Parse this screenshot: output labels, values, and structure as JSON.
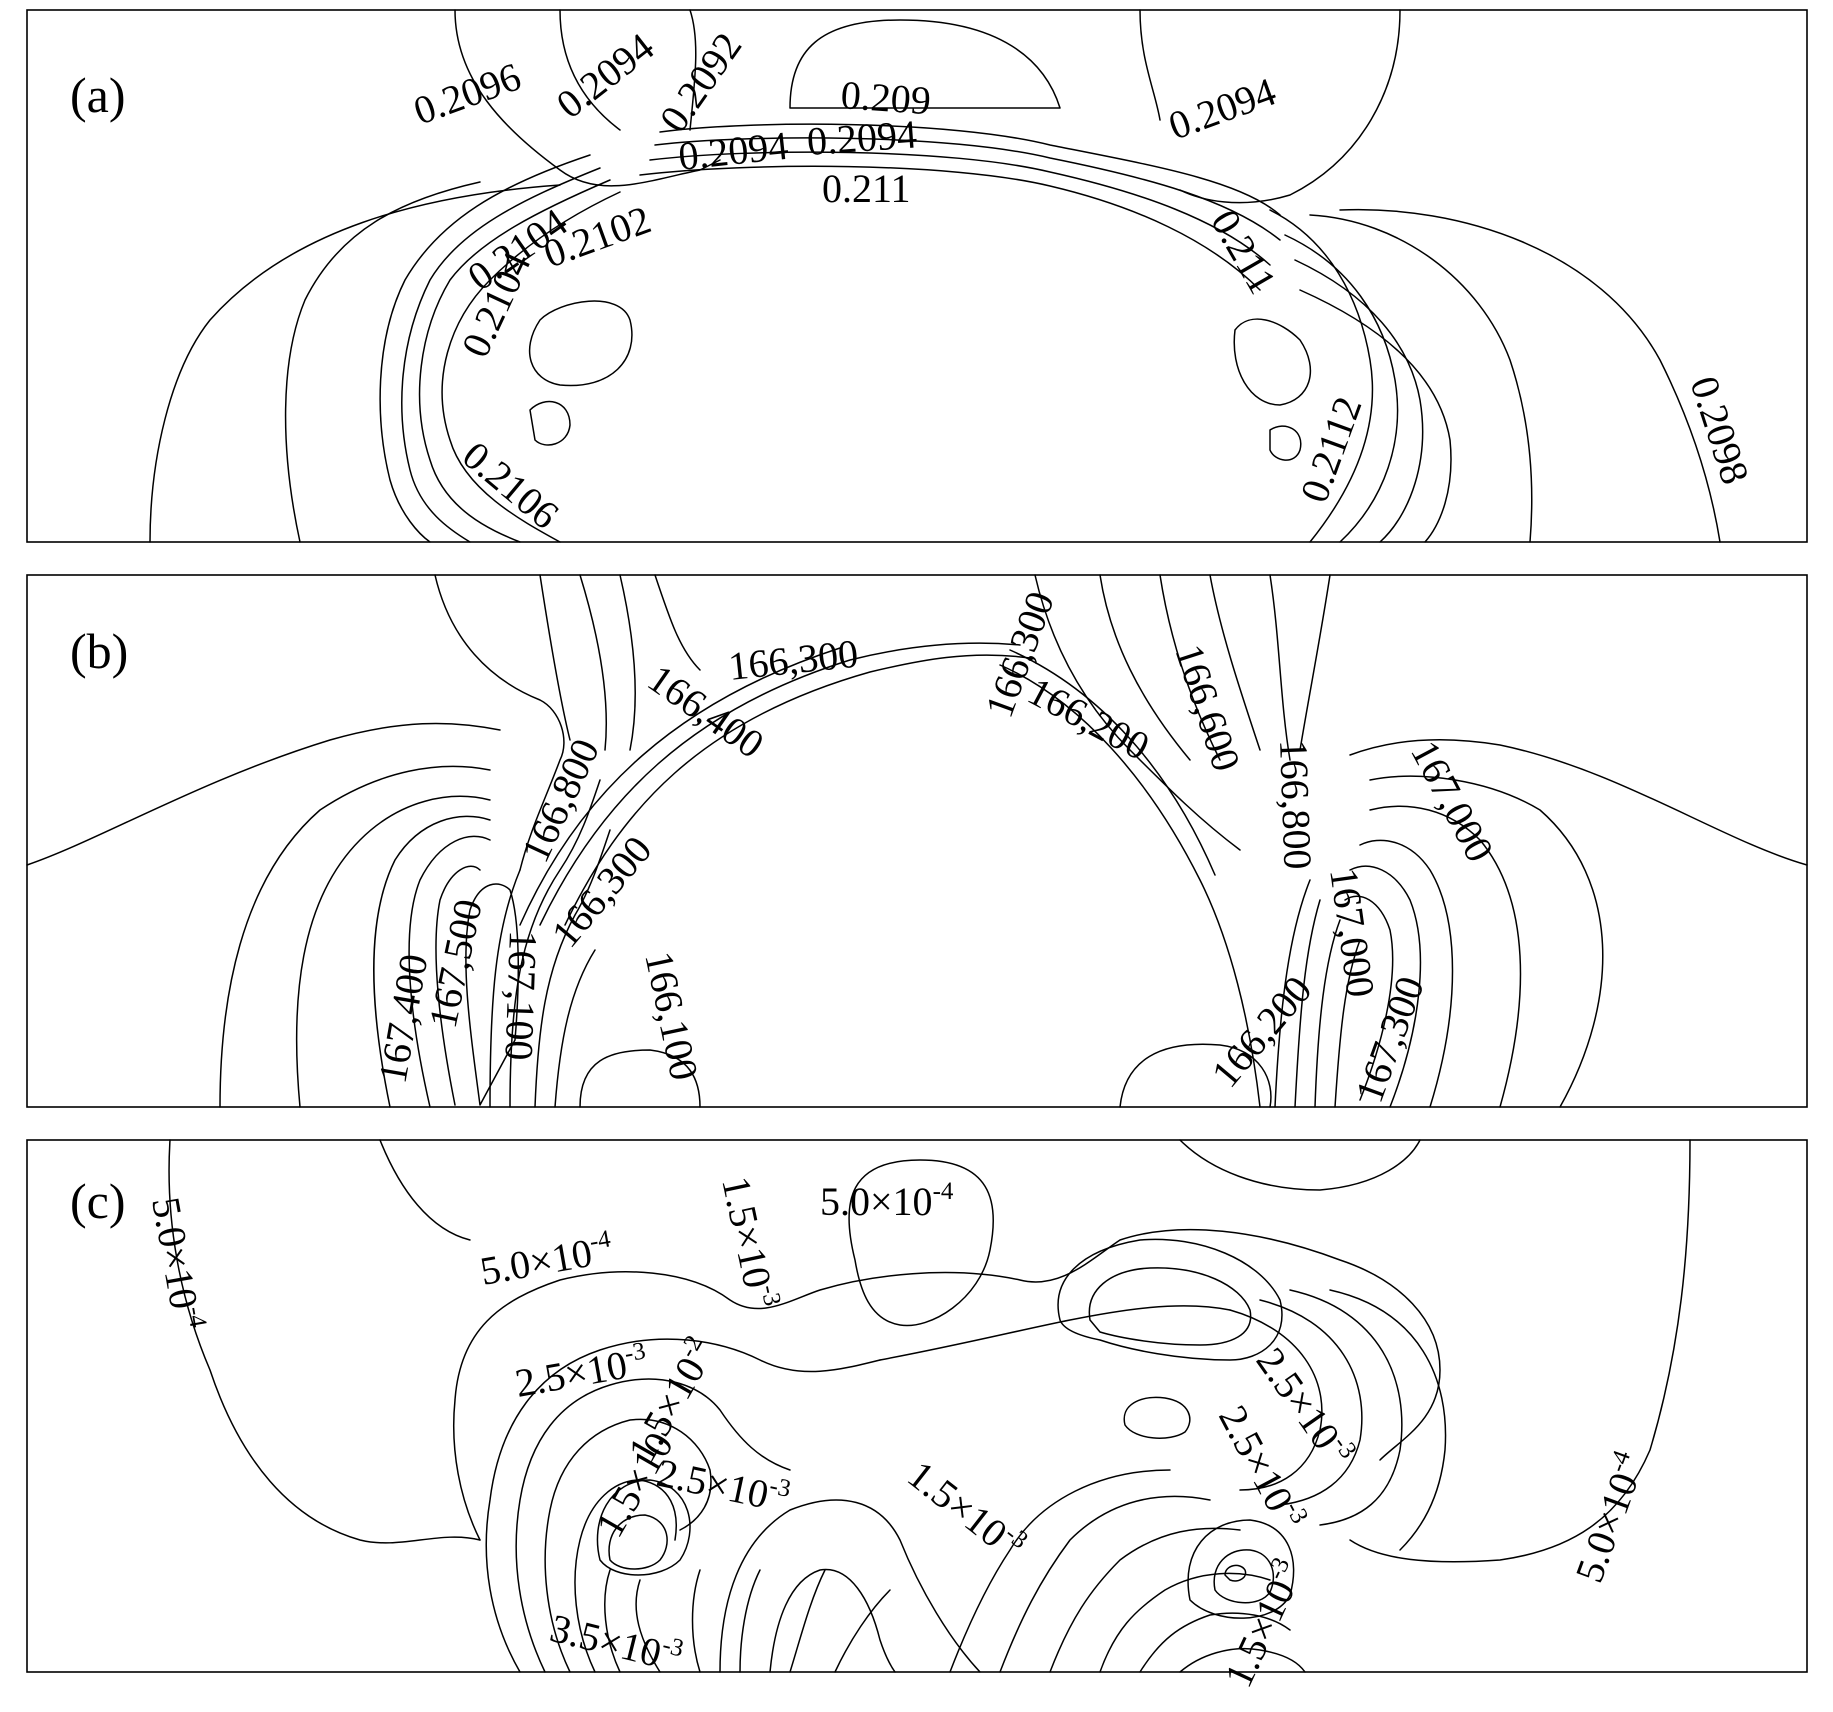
{
  "chart_data": [
    {
      "type": "contour",
      "panel": "(a)",
      "contour_labels": [
        {
          "text": "0.2096",
          "rot": -20
        },
        {
          "text": "0.2094",
          "rot": -38
        },
        {
          "text": "0.2092",
          "rot": -55
        },
        {
          "text": "0.209",
          "rot": 4
        },
        {
          "text": "0.2094",
          "rot": -20
        },
        {
          "text": "0.2094",
          "rot": -6
        },
        {
          "text": "0.2094",
          "rot": -4
        },
        {
          "text": "0.211",
          "rot": 0
        },
        {
          "text": "0.2102",
          "rot": -20
        },
        {
          "text": "0.2104",
          "rot": -35
        },
        {
          "text": "0.2104",
          "rot": -65
        },
        {
          "text": "0.2106",
          "rot": 40
        },
        {
          "text": "0.211",
          "rot": 60
        },
        {
          "text": "0.2112",
          "rot": -70
        },
        {
          "text": "0.2098",
          "rot": 72
        }
      ]
    },
    {
      "type": "contour",
      "panel": "(b)",
      "contour_labels": [
        {
          "text": "166,300",
          "rot": -6
        },
        {
          "text": "166,400",
          "rot": 35
        },
        {
          "text": "166,800",
          "rot": -65
        },
        {
          "text": "166,300",
          "rot": -50
        },
        {
          "text": "167,400",
          "rot": -80
        },
        {
          "text": "167,500",
          "rot": -78
        },
        {
          "text": "167,100",
          "rot": 92
        },
        {
          "text": "166,100",
          "rot": 78
        },
        {
          "text": "166,300",
          "rot": -70
        },
        {
          "text": "166,200",
          "rot": 28
        },
        {
          "text": "166,600",
          "rot": 72
        },
        {
          "text": "166,800",
          "rot": 88
        },
        {
          "text": "167,000",
          "rot": 62
        },
        {
          "text": "167,000",
          "rot": 82
        },
        {
          "text": "166,200",
          "rot": -50
        },
        {
          "text": "167,300",
          "rot": -70
        }
      ]
    },
    {
      "type": "contour",
      "panel": "(c)",
      "contour_labels": [
        {
          "mant": "5.0",
          "exp": "-4",
          "rot": 80
        },
        {
          "mant": "5.0",
          "exp": "-4",
          "rot": -10
        },
        {
          "mant": "1.5",
          "exp": "-3",
          "rot": 78
        },
        {
          "mant": "5.0",
          "exp": "-4",
          "rot": 0
        },
        {
          "mant": "2.5",
          "exp": "-3",
          "rot": -10
        },
        {
          "mant": "1.5",
          "exp": "-2",
          "rot": -60
        },
        {
          "mant": "1.5",
          "exp": "",
          "rot": -60
        },
        {
          "mant": "2.5",
          "exp": "-3",
          "rot": 12
        },
        {
          "mant": "1.5",
          "exp": "-3",
          "rot": 38
        },
        {
          "mant": "2.5",
          "exp": "-3",
          "rot": 55
        },
        {
          "mant": "2.5",
          "exp": "-3",
          "rot": 62
        },
        {
          "mant": "3.5",
          "exp": "-3",
          "rot": 14
        },
        {
          "mant": "1.5",
          "exp": "-3",
          "rot": -65
        },
        {
          "mant": "5.0",
          "exp": "-4",
          "rot": -70
        }
      ]
    }
  ]
}
